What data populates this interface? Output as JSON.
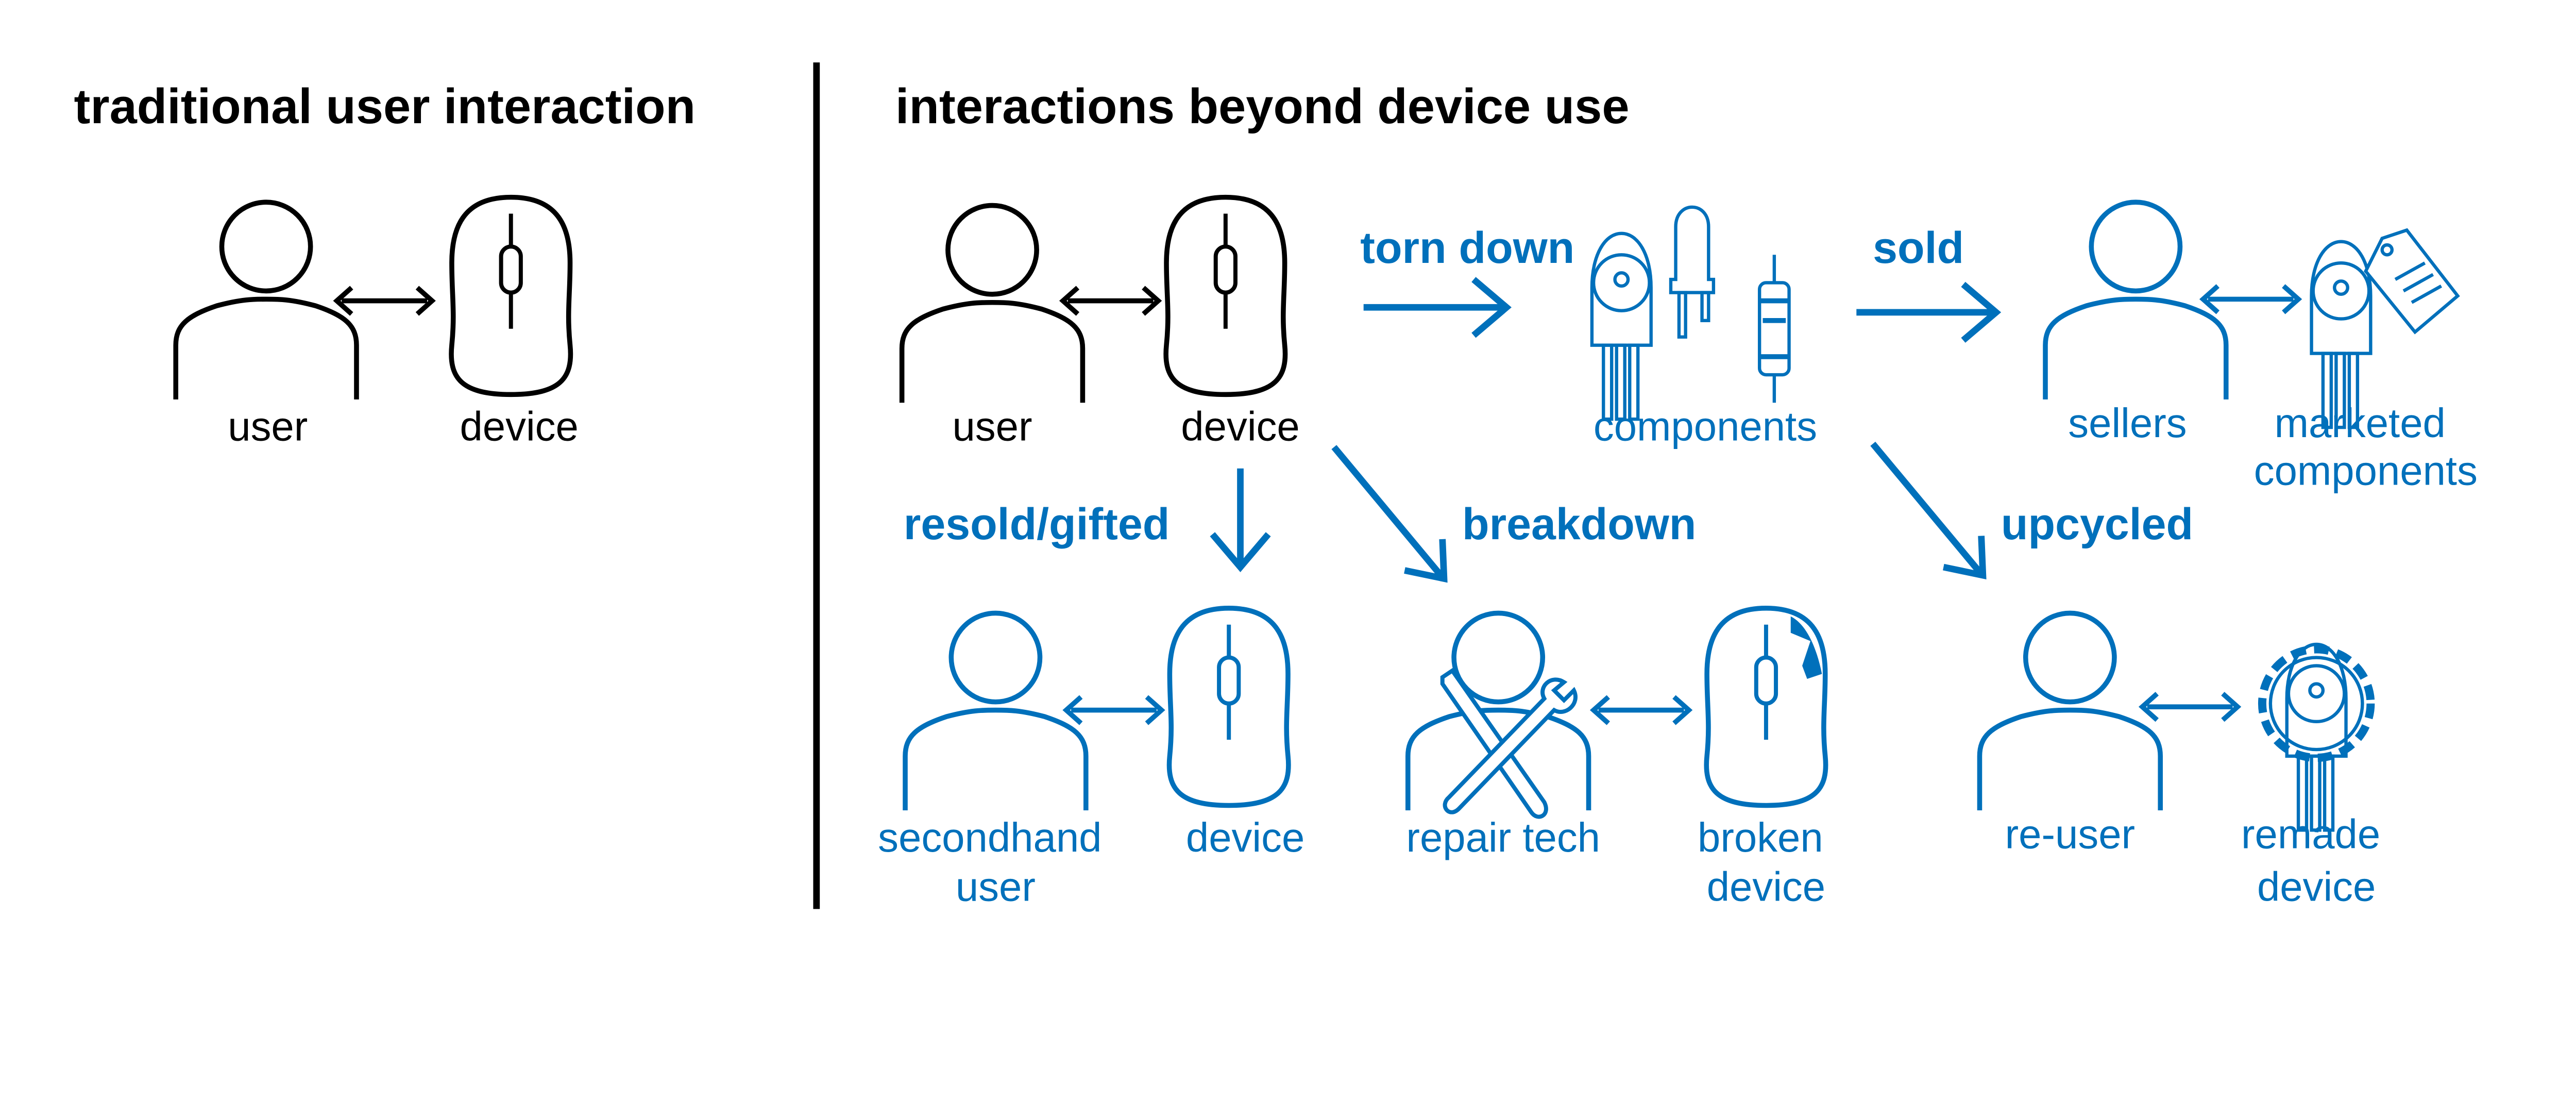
{
  "colors": {
    "accent": "#0070BB",
    "traditional": "#000000"
  },
  "left_panel": {
    "title": "traditional user interaction",
    "user_label": "user",
    "device_label": "device"
  },
  "right_panel": {
    "title": "interactions beyond device use",
    "user_label": "user",
    "device_label": "device",
    "flows": {
      "torn_down": "torn down",
      "sold": "sold",
      "resold_gifted": "resold/gifted",
      "breakdown": "breakdown",
      "upcycled": "upcycled"
    },
    "components_label": "components",
    "sellers_label": "sellers",
    "marketed_components_label": [
      "marketed",
      "components"
    ],
    "secondhand_user_label": [
      "secondhand",
      "user"
    ],
    "secondhand_device_label": "device",
    "repair_tech_label": "repair tech",
    "broken_device_label": [
      "broken",
      "device"
    ],
    "reuser_label": "re-user",
    "remade_device_label": [
      "remade",
      "device"
    ]
  }
}
